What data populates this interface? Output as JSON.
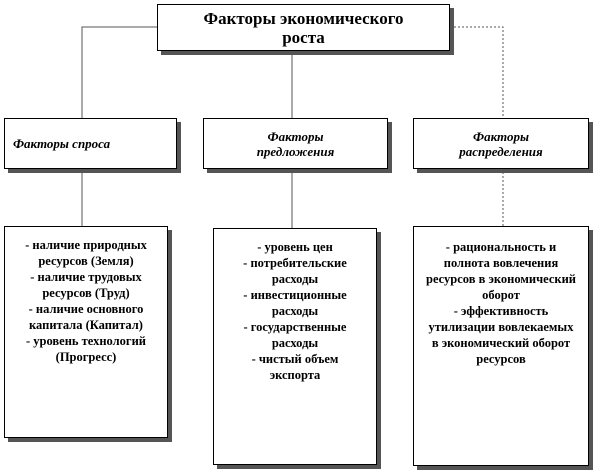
{
  "title": "Факторы экономического роста",
  "categories": [
    {
      "heading": "Факторы спроса",
      "items": [
        "- наличие природных ресурсов (Земля)",
        "- наличие трудовых ресурсов (Труд)",
        "- наличие основного капитала (Капитал)",
        "- уровень технологий (Прогресс)"
      ]
    },
    {
      "heading": "Факторы предложения",
      "items": [
        "- уровень цен",
        "- потребительские расходы",
        "- инвестиционные расходы",
        "- государственные расходы",
        "- чистый объем экспорта"
      ]
    },
    {
      "heading": "Факторы распределения",
      "items": [
        "- рациональность и полнота вовлечения ресурсов в экономический оборот",
        "- эффективность утилизации вовлекаемых в экономический оборот ресурсов"
      ]
    }
  ]
}
